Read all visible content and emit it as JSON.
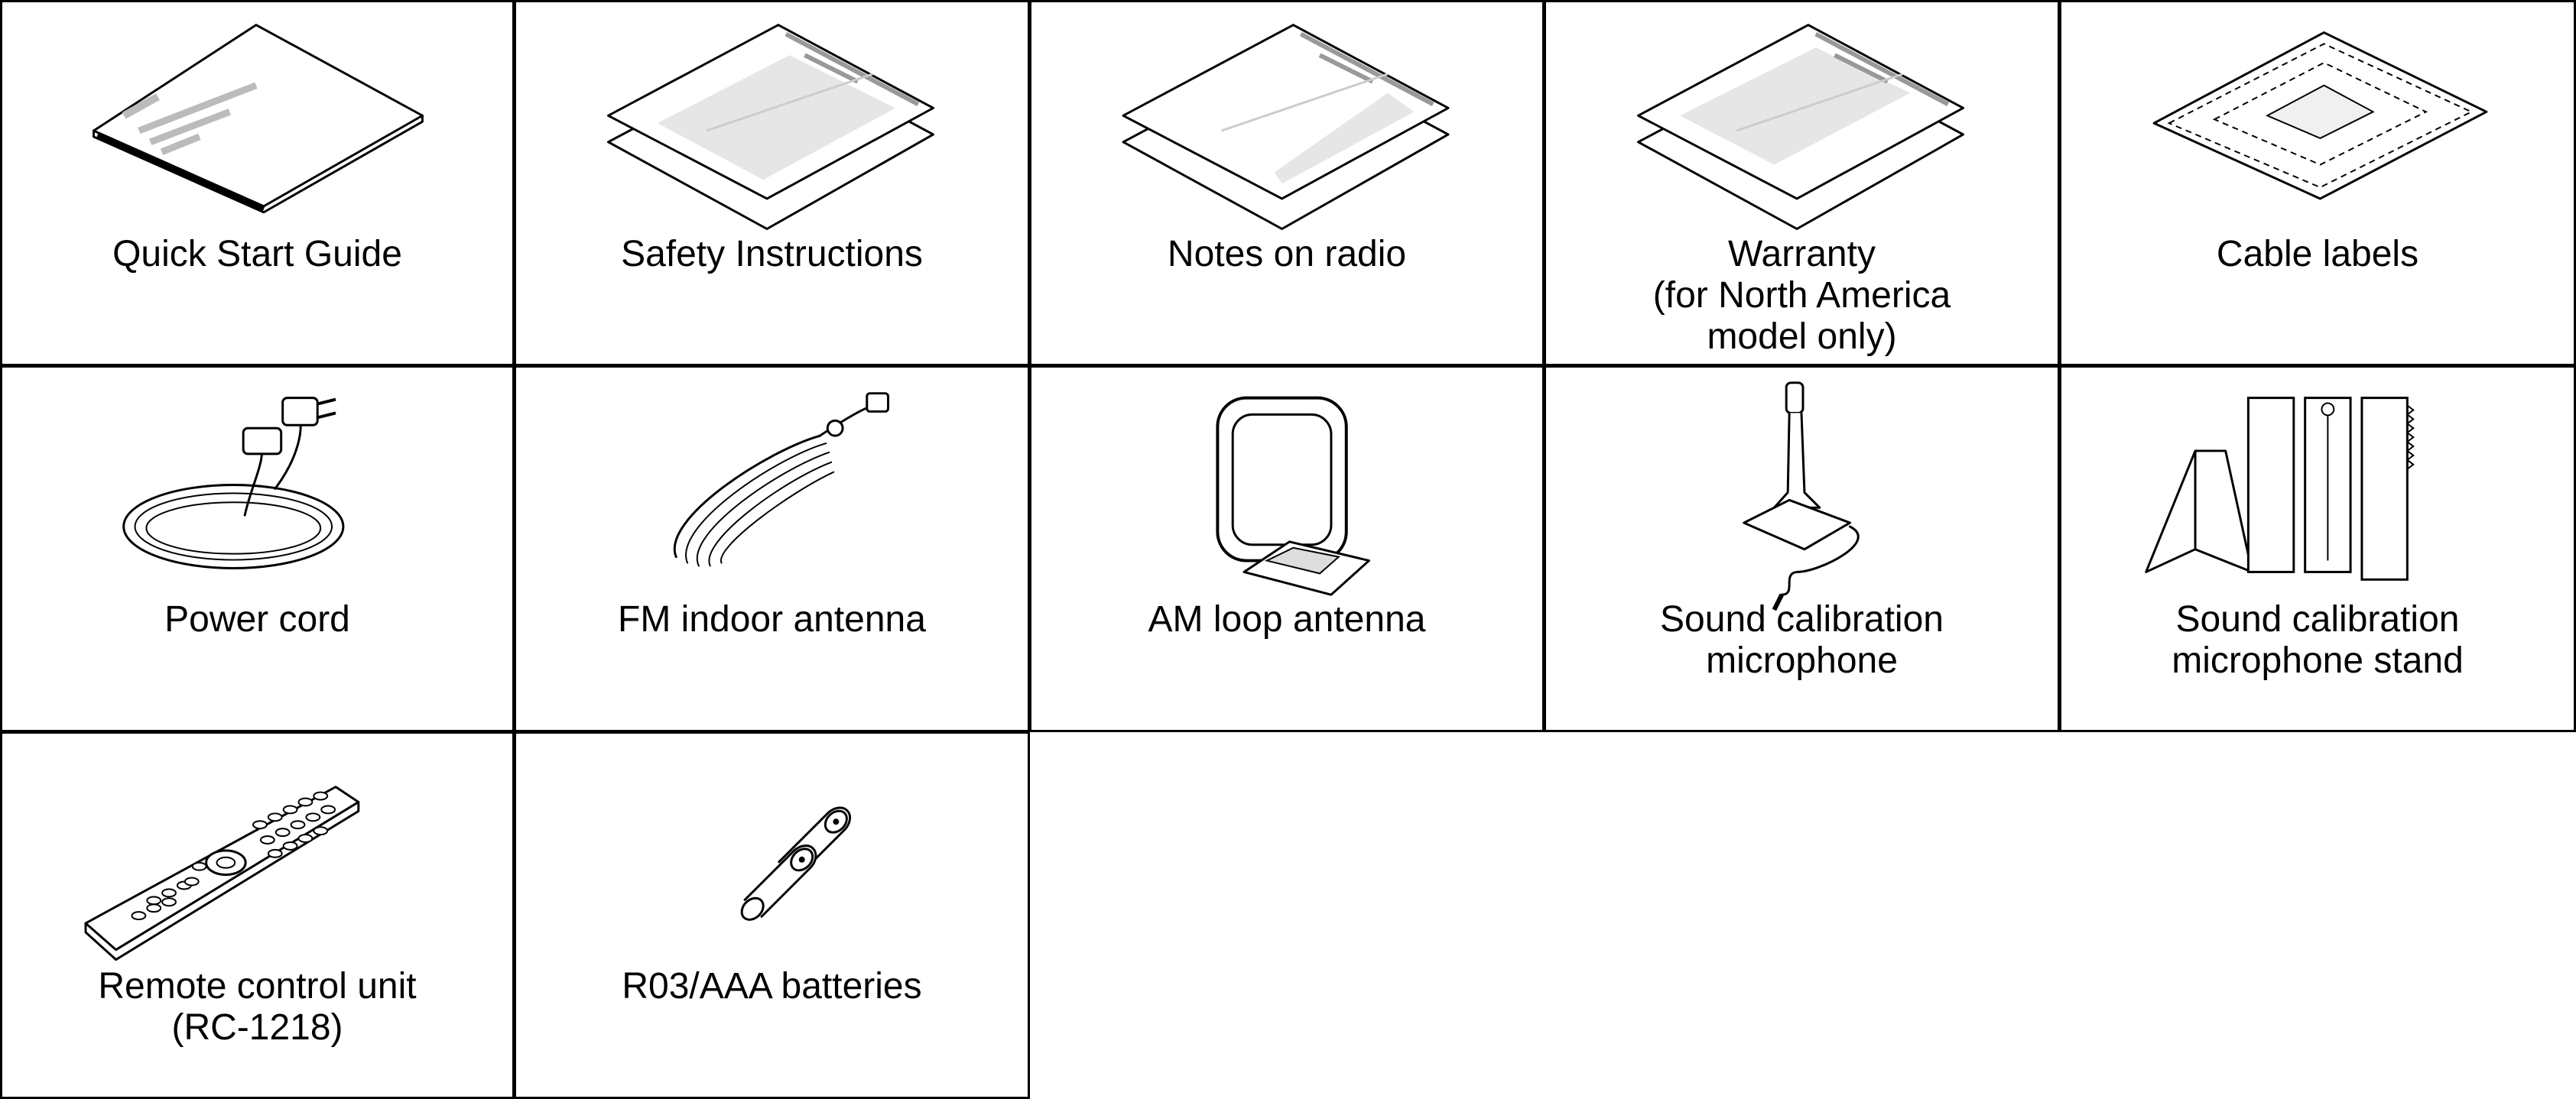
{
  "accessories": [
    {
      "id": "quick-start-guide",
      "lines": [
        "Quick Start Guide"
      ],
      "icon": "booklet-icon"
    },
    {
      "id": "safety-instructions",
      "lines": [
        "Safety Instructions"
      ],
      "icon": "folded-sheet-icon"
    },
    {
      "id": "notes-on-radio",
      "lines": [
        "Notes on radio"
      ],
      "icon": "folded-sheet-icon"
    },
    {
      "id": "warranty",
      "lines": [
        "Warranty",
        "(for North America",
        "model only)"
      ],
      "icon": "folded-sheet-icon"
    },
    {
      "id": "cable-labels",
      "lines": [
        "Cable labels"
      ],
      "icon": "label-sheet-icon"
    },
    {
      "id": "power-cord",
      "lines": [
        "Power cord"
      ],
      "icon": "power-cord-icon"
    },
    {
      "id": "fm-indoor-antenna",
      "lines": [
        "FM indoor antenna"
      ],
      "icon": "fm-antenna-icon"
    },
    {
      "id": "am-loop-antenna",
      "lines": [
        "AM loop antenna"
      ],
      "icon": "am-loop-antenna-icon"
    },
    {
      "id": "sound-calibration-microphone",
      "lines": [
        "Sound calibration",
        "microphone"
      ],
      "icon": "microphone-icon"
    },
    {
      "id": "sound-calibration-microphone-stand",
      "lines": [
        "Sound calibration",
        "microphone stand"
      ],
      "icon": "microphone-stand-icon"
    },
    {
      "id": "remote-control-unit",
      "lines": [
        "Remote control unit",
        "(RC-1218)"
      ],
      "icon": "remote-control-icon"
    },
    {
      "id": "batteries",
      "lines": [
        "R03/AAA batteries"
      ],
      "icon": "batteries-icon"
    }
  ]
}
